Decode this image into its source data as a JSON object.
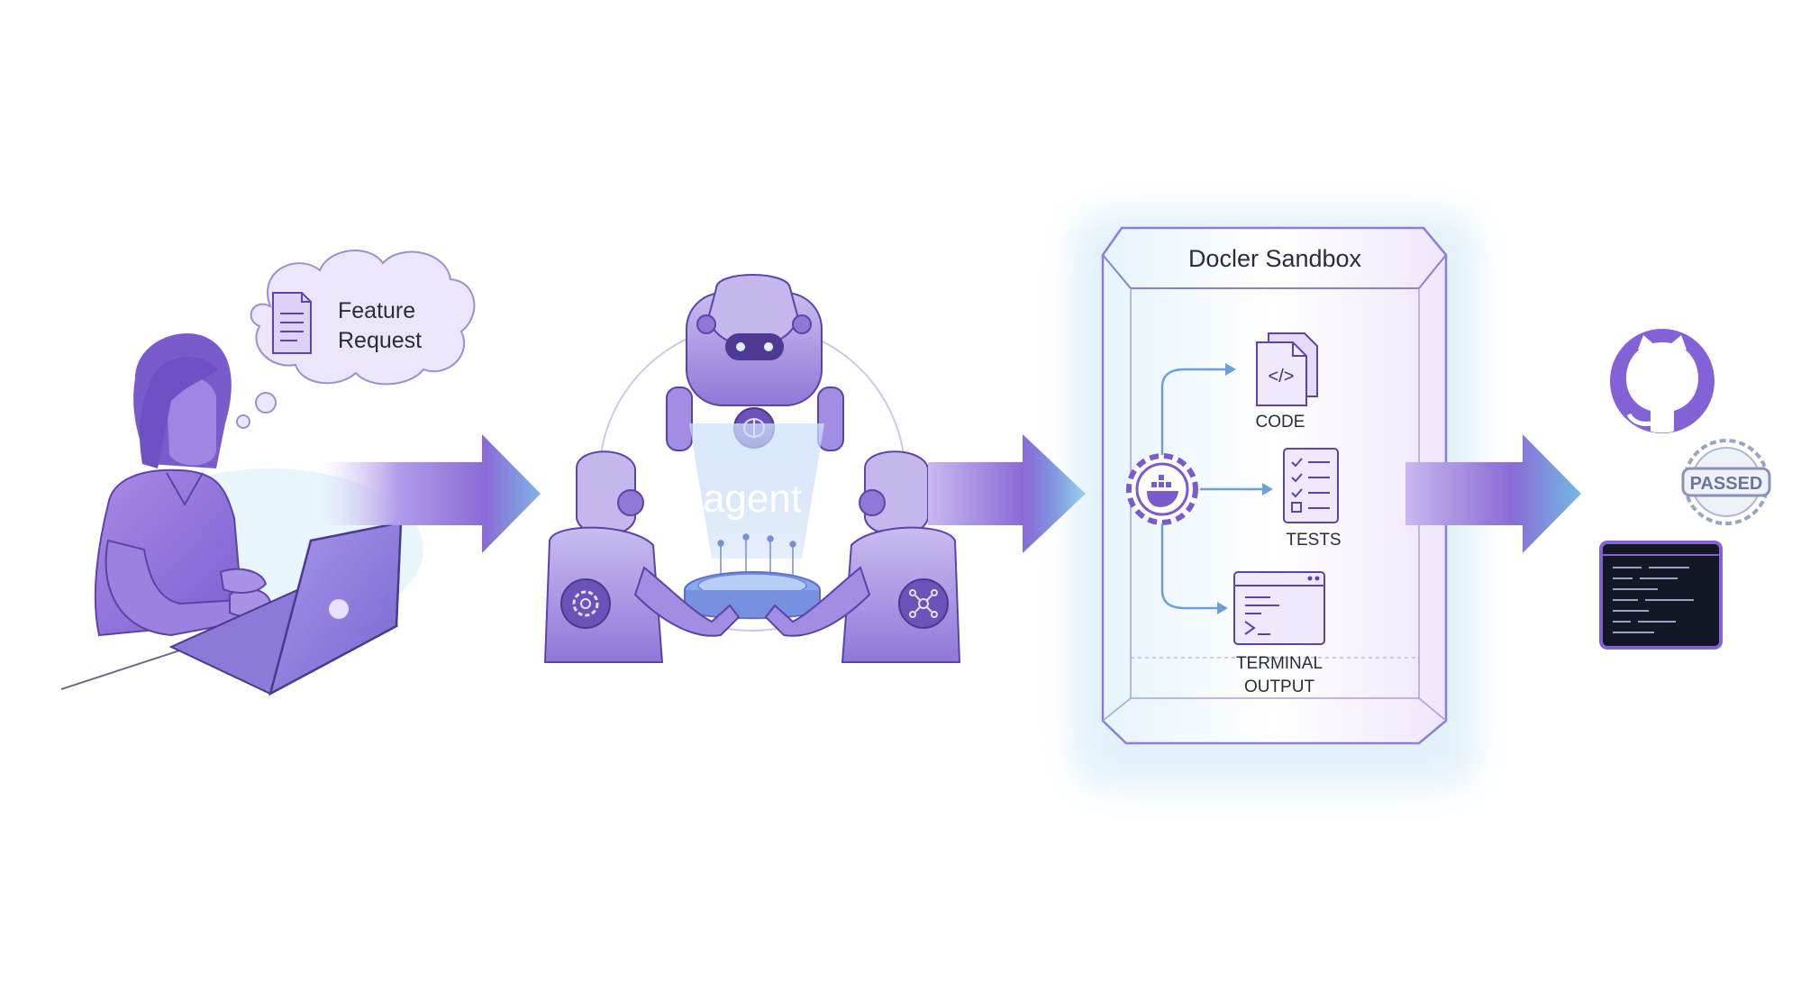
{
  "cloud": {
    "line1": "Feature",
    "line2": "Request"
  },
  "agent": {
    "label": "agent"
  },
  "sandbox": {
    "title": "Docler Sandbox",
    "items": [
      {
        "label": "CODE",
        "icon": "code-file-icon"
      },
      {
        "label": "TESTS",
        "icon": "checklist-icon"
      },
      {
        "label": "TERMINAL",
        "label2": "OUTPUT",
        "icon": "terminal-window-icon"
      }
    ]
  },
  "result": {
    "badge": "PASSED",
    "icons": [
      "github-icon",
      "passed-seal-icon",
      "terminal-screen-icon"
    ]
  },
  "colors": {
    "accent": "#8a6bd6",
    "accent_dark": "#5b43a8",
    "accent_light": "#c9b8f0",
    "cyan": "#6cc8e6",
    "terminal": "#141826"
  }
}
